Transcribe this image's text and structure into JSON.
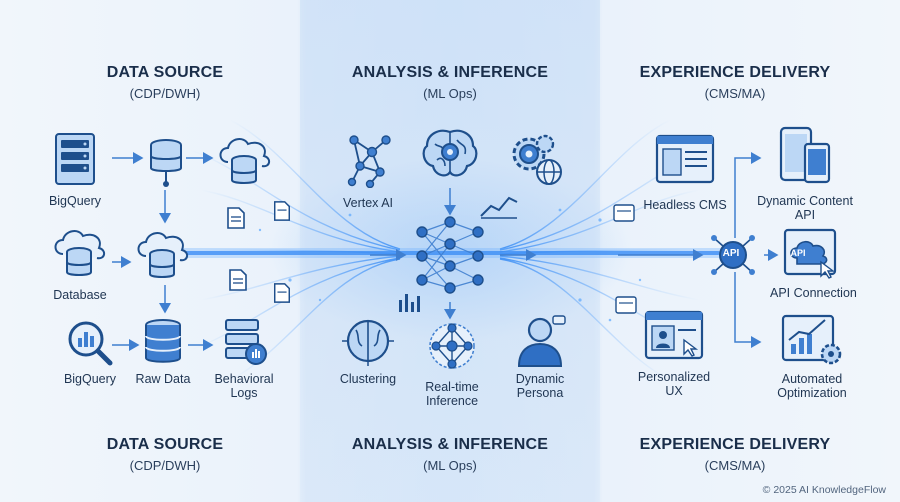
{
  "columns": [
    {
      "title": "DATA SOURCE",
      "subtitle": "(CDP/DWH)"
    },
    {
      "title": "ANALYSIS & INFERENCE",
      "subtitle": "(ML Ops)"
    },
    {
      "title": "EXPERIENCE DELIVERY",
      "subtitle": "(CMS/MA)"
    }
  ],
  "footer_columns": [
    {
      "title": "DATA SOURCE",
      "subtitle": "(CDP/DWH)"
    },
    {
      "title": "ANALYSIS & INFERENCE",
      "subtitle": "(ML Ops)"
    },
    {
      "title": "EXPERIENCE DELIVERY",
      "subtitle": "(CMS/MA)"
    }
  ],
  "source_nodes": {
    "bigquery_top": "BigQuery",
    "database": "Database",
    "bigquery_bottom": "BigQuery",
    "raw_data": "Raw Data",
    "behavioral_logs_1": "Behavioral",
    "behavioral_logs_2": "Logs"
  },
  "analysis_nodes": {
    "vertex_ai": "Vertex AI",
    "clustering": "Clustering",
    "realtime_1": "Real-time",
    "realtime_2": "Inference",
    "persona_1": "Dynamic",
    "persona_2": "Persona"
  },
  "delivery_nodes": {
    "headless_cms": "Headless CMS",
    "dynamic_content_1": "Dynamic Content",
    "dynamic_content_2": "API",
    "api_connection": "API Connection",
    "personalized_1": "Personalized",
    "personalized_2": "UX",
    "automated_1": "Automated",
    "automated_2": "Optimization",
    "api_badge": "API",
    "api_cloud_badge": "API"
  },
  "copyright": "© 2025 AI KnowledgeFlow",
  "colors": {
    "icon_dark": "#1e4f8c",
    "icon_mid": "#3f7fd0",
    "icon_light": "#bcd7f5",
    "glow": "#5aa8ff"
  }
}
